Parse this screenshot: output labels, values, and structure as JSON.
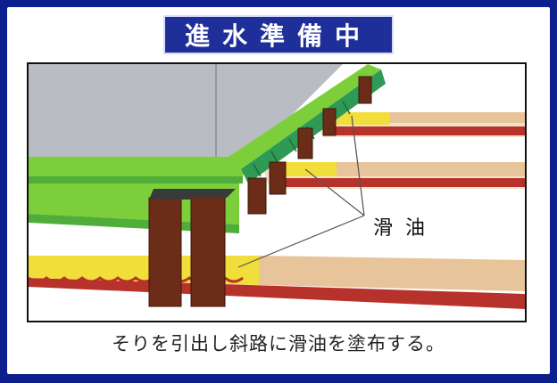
{
  "title": "進水準備中",
  "label": "滑油",
  "caption": "そりを引出し斜路に滑油を塗布する。",
  "colors": {
    "frame": "#0d1f8c",
    "green": "#7ccf3a",
    "green_dark": "#2e9a55",
    "brown": "#6b2d17",
    "yellow": "#f1de3a",
    "wood": "#e8c49a",
    "red_rail": "#b7322a",
    "hull": "#b9bcc2"
  }
}
